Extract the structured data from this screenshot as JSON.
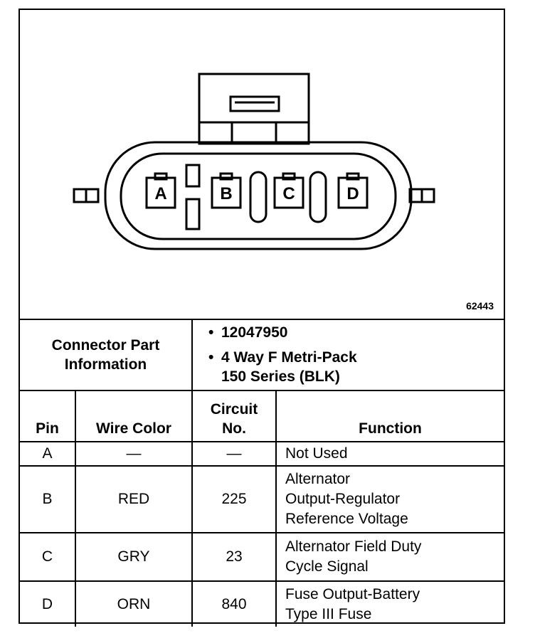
{
  "figure_id": "62443",
  "connector": {
    "pins": [
      "A",
      "B",
      "C",
      "D"
    ]
  },
  "part_info": {
    "label_lines": [
      "Connector Part",
      "Information"
    ],
    "items": [
      "12047950",
      "4 Way F Metri-Pack 150 Series (BLK)"
    ],
    "item2_lines": [
      "4 Way F Metri-Pack",
      "150 Series (BLK)"
    ]
  },
  "table": {
    "headers": {
      "pin": "Pin",
      "wire_color": "Wire Color",
      "circuit": [
        "Circuit",
        "No."
      ],
      "function": "Function"
    },
    "rows": [
      {
        "pin": "A",
        "wire_color": "—",
        "circuit": "—",
        "function": [
          "Not Used"
        ]
      },
      {
        "pin": "B",
        "wire_color": "RED",
        "circuit": "225",
        "function": [
          "Alternator",
          "Output-Regulator",
          "Reference Voltage"
        ]
      },
      {
        "pin": "C",
        "wire_color": "GRY",
        "circuit": "23",
        "function": [
          "Alternator Field Duty",
          "Cycle Signal"
        ]
      },
      {
        "pin": "D",
        "wire_color": "ORN",
        "circuit": "840",
        "function": [
          "Fuse Output-Battery",
          "Type III Fuse"
        ]
      }
    ]
  }
}
